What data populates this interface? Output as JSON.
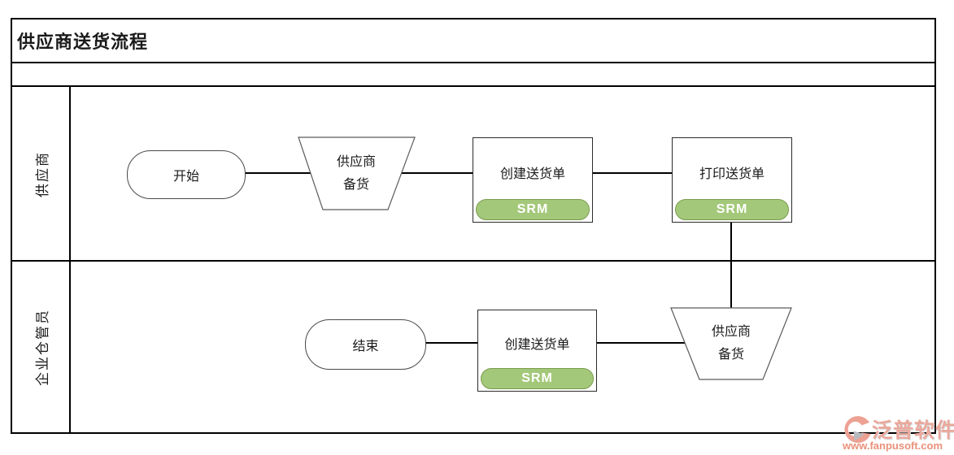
{
  "title": "供应商送货流程",
  "lanes": [
    {
      "label": "供应商"
    },
    {
      "label": "企业仓管员"
    }
  ],
  "nodes": {
    "start": {
      "label": "开始"
    },
    "prepare1": {
      "line1": "供应商",
      "line2": "备货"
    },
    "create1": {
      "label": "创建送货单",
      "badge": "SRM"
    },
    "print1": {
      "label": "打印送货单",
      "badge": "SRM"
    },
    "end": {
      "label": "结束"
    },
    "create2": {
      "label": "创建送货单",
      "badge": "SRM"
    },
    "prepare2": {
      "line1": "供应商",
      "line2": "备货"
    }
  },
  "watermark": {
    "name": "泛普软件",
    "url": "www.fanpusoft.com"
  },
  "colors": {
    "line": "#000000",
    "shape_border": "#4a4a4a",
    "badge_fill": "#a4c87a",
    "badge_border": "#7b9c4e",
    "badge_text": "#ffffff",
    "watermark_name_color": "#eaa89c",
    "watermark_url_color": "#ea917a",
    "logo_salmon": "#eda193",
    "logo_gray": "#b7babf"
  }
}
